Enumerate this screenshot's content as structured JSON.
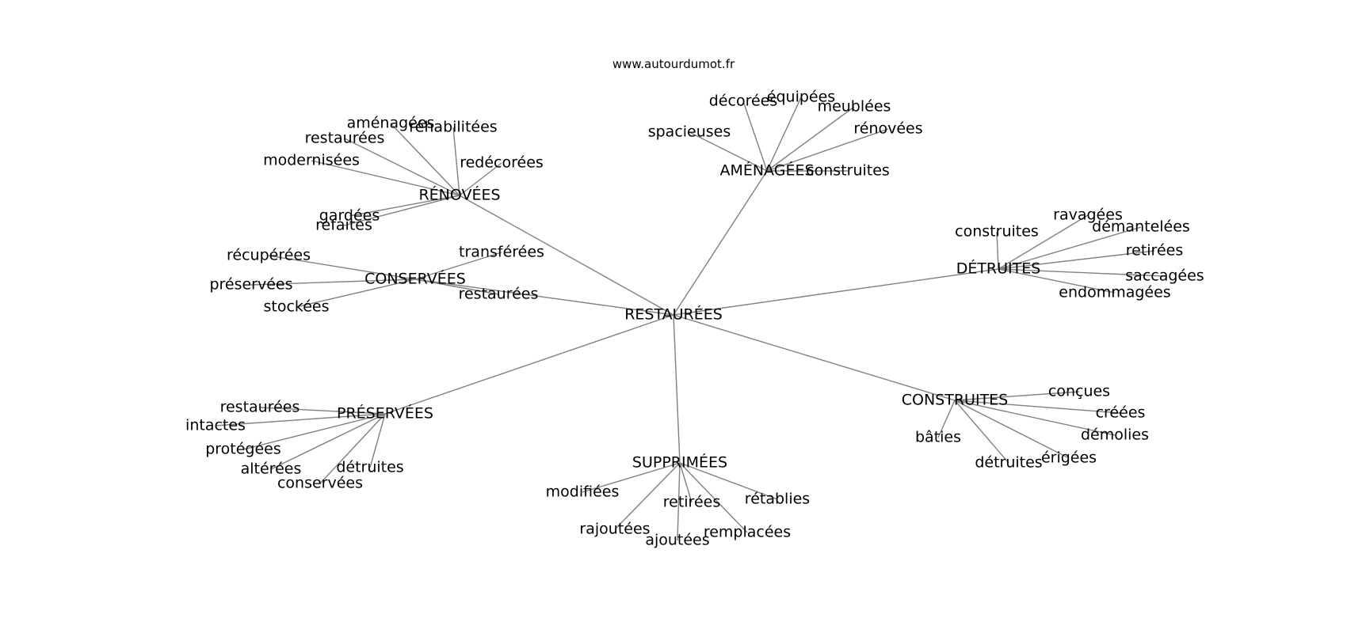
{
  "watermark": "www.autourdumot.fr",
  "graph": {
    "center": "RESTAURÉES",
    "clusters": [
      {
        "label": "RÉNOVÉES",
        "leaves": [
          "aménagées",
          "réhabilitées",
          "restaurées",
          "modernisées",
          "redécorées",
          "gardées",
          "refaites"
        ]
      },
      {
        "label": "AMÉNAGÉES",
        "leaves": [
          "décorées",
          "équipées",
          "meublées",
          "spacieuses",
          "rénovées",
          "construites"
        ]
      },
      {
        "label": "CONSERVÉES",
        "leaves": [
          "transférées",
          "récupérées",
          "préservées",
          "stockées",
          "restaurées"
        ]
      },
      {
        "label": "DÉTRUITES",
        "leaves": [
          "construites",
          "ravagées",
          "démantelées",
          "retirées",
          "saccagées",
          "endommagées"
        ]
      },
      {
        "label": "PRÉSERVÉES",
        "leaves": [
          "restaurées",
          "intactes",
          "protégées",
          "altérées",
          "détruites",
          "conservées"
        ]
      },
      {
        "label": "CONSTRUITES",
        "leaves": [
          "conçues",
          "créées",
          "démolies",
          "érigées",
          "détruites",
          "bâties"
        ]
      },
      {
        "label": "SUPPRIMÉES",
        "leaves": [
          "modifiées",
          "retirées",
          "rétablies",
          "rajoutées",
          "ajoutées",
          "remplacées"
        ]
      }
    ]
  }
}
